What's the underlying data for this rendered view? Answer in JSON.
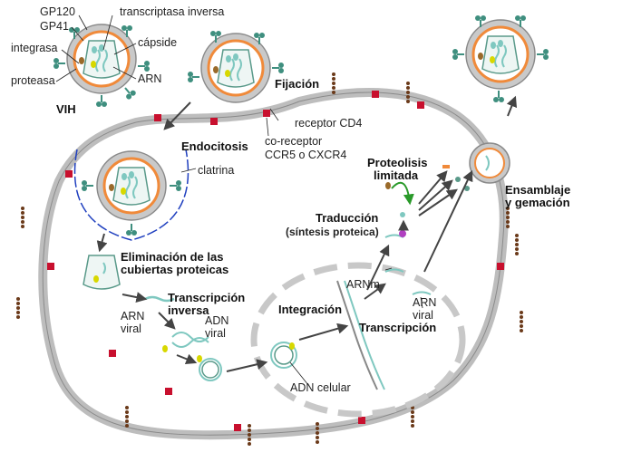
{
  "labels": {
    "gp120": "GP120",
    "gp41": "GP41",
    "transcriptasa": "transcriptasa inversa",
    "capside": "cápside",
    "integrasa": "integrasa",
    "arn": "ARN",
    "proteasa": "proteasa",
    "vih": "VIH",
    "fijacion": "Fijación",
    "receptor_cd4": "receptor CD4",
    "coreceptor_1": "co-receptor",
    "coreceptor_2": "CCR5 o CXCR4",
    "endocitosis": "Endocitosis",
    "clatrina": "clatrina",
    "eliminacion_1": "Eliminación de las",
    "eliminacion_2": "cubiertas proteicas",
    "transcripcion_inv_1": "Transcripción",
    "transcripcion_inv_2": "inversa",
    "arn_viral_1": "ARN",
    "arn_viral_2": "viral",
    "adn_viral_1": "ADN",
    "adn_viral_2": "viral",
    "integracion": "Integración",
    "adn_celular": "ADN celular",
    "arnm": "ARNm",
    "transcripcion": "Transcripción",
    "arn_viral_b1": "ARN",
    "arn_viral_b2": "viral",
    "traduccion_1": "Traducción",
    "traduccion_2": "(síntesis proteica)",
    "proteolisis_1": "Proteolisis",
    "proteolisis_2": "limitada",
    "ensamblaje_1": "Ensamblaje",
    "ensamblaje_2": "y gemación"
  },
  "colors": {
    "membrane": "#b8b8b8",
    "membrane_edge": "#8a8a8a",
    "virus_shell": "#f08a3a",
    "spike": "#3f8f7f",
    "rna": "#7fc8c0",
    "integrase": "#d8d800",
    "protease": "#9a6a2a",
    "receptor": "#c8102e",
    "receptor_chain": "#6b3a1a",
    "clathrin": "#1f3fbf",
    "arrow": "#444444"
  }
}
